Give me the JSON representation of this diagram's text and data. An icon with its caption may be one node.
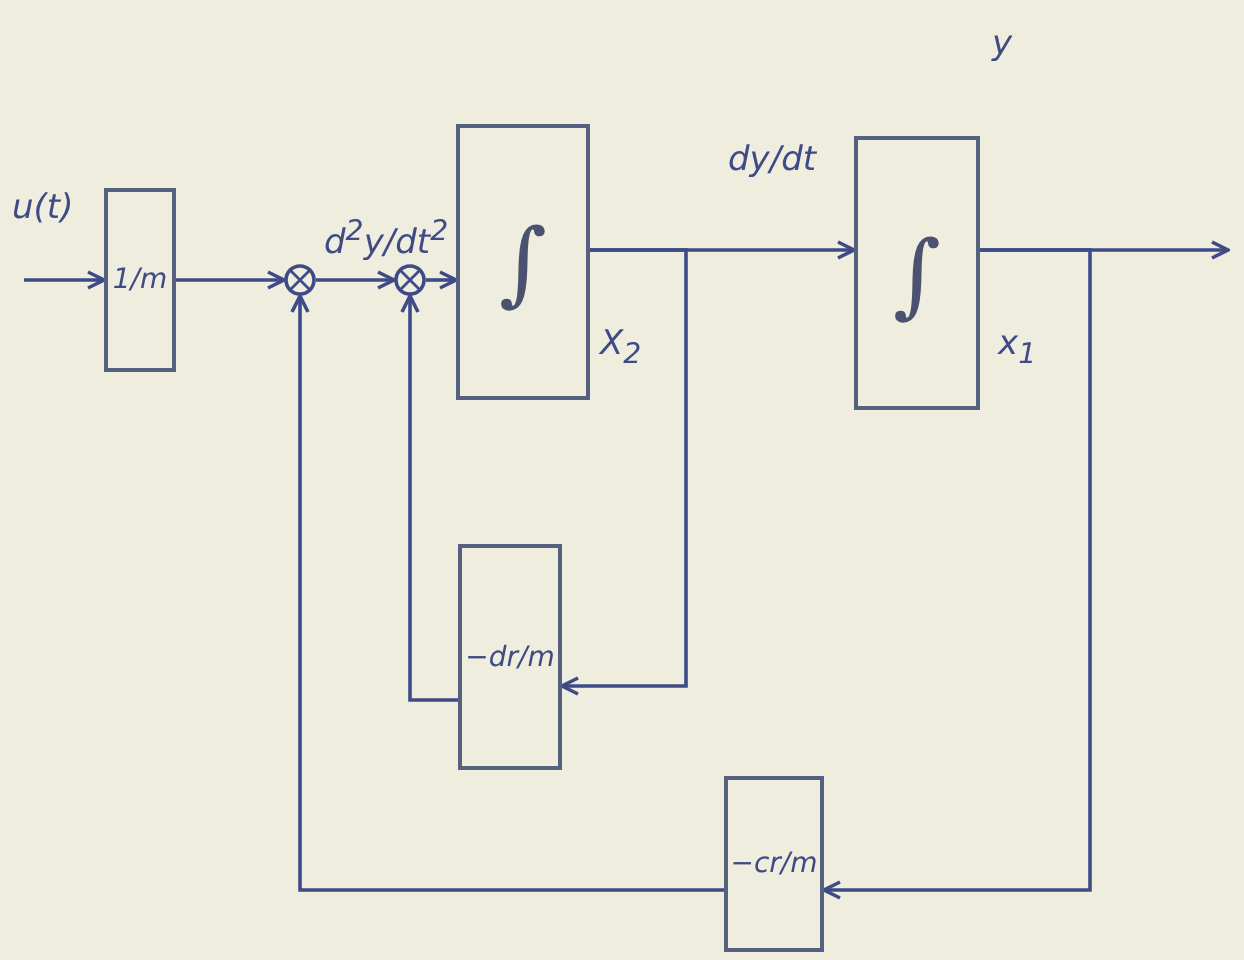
{
  "diagram": {
    "nodes": [
      {
        "text": [
          "1/m"
        ]
      },
      {
        "text": [],
        "shape": "circle"
      },
      {
        "text": [],
        "shape": "circle"
      },
      {
        "text": [
          "∫"
        ],
        "beside": [
          "X$_{2}$"
        ]
      },
      {
        "text": [
          "∫"
        ],
        "beside": [
          "y",
          "x$_{1}$"
        ]
      },
      {
        "text": [
          "−dr/m"
        ]
      },
      {
        "text": [
          "−cr/m"
        ]
      }
    ],
    "edges": [
      {
        "from": null,
        "to": 0,
        "arrow": "to",
        "label": "u(t)"
      },
      {
        "from": 0,
        "to": 1,
        "arrow": "to"
      },
      {
        "from": 1,
        "to": 2,
        "arrow": "to"
      },
      {
        "from": 2,
        "to": 3,
        "arrow": "to",
        "label": "d$^{2}$y/dt$^{2}$"
      },
      {
        "from": 3,
        "to": 4,
        "arrow": "to",
        "label": "dy/dt"
      },
      {
        "from": 4,
        "to": null,
        "arrow": "to"
      },
      {
        "from": 3,
        "to": 5,
        "arrow": "to"
      },
      {
        "from": 5,
        "to": 2,
        "arrow": "to"
      },
      {
        "from": 4,
        "to": 6,
        "arrow": "to"
      },
      {
        "from": 6,
        "to": 1,
        "arrow": "to"
      }
    ]
  }
}
